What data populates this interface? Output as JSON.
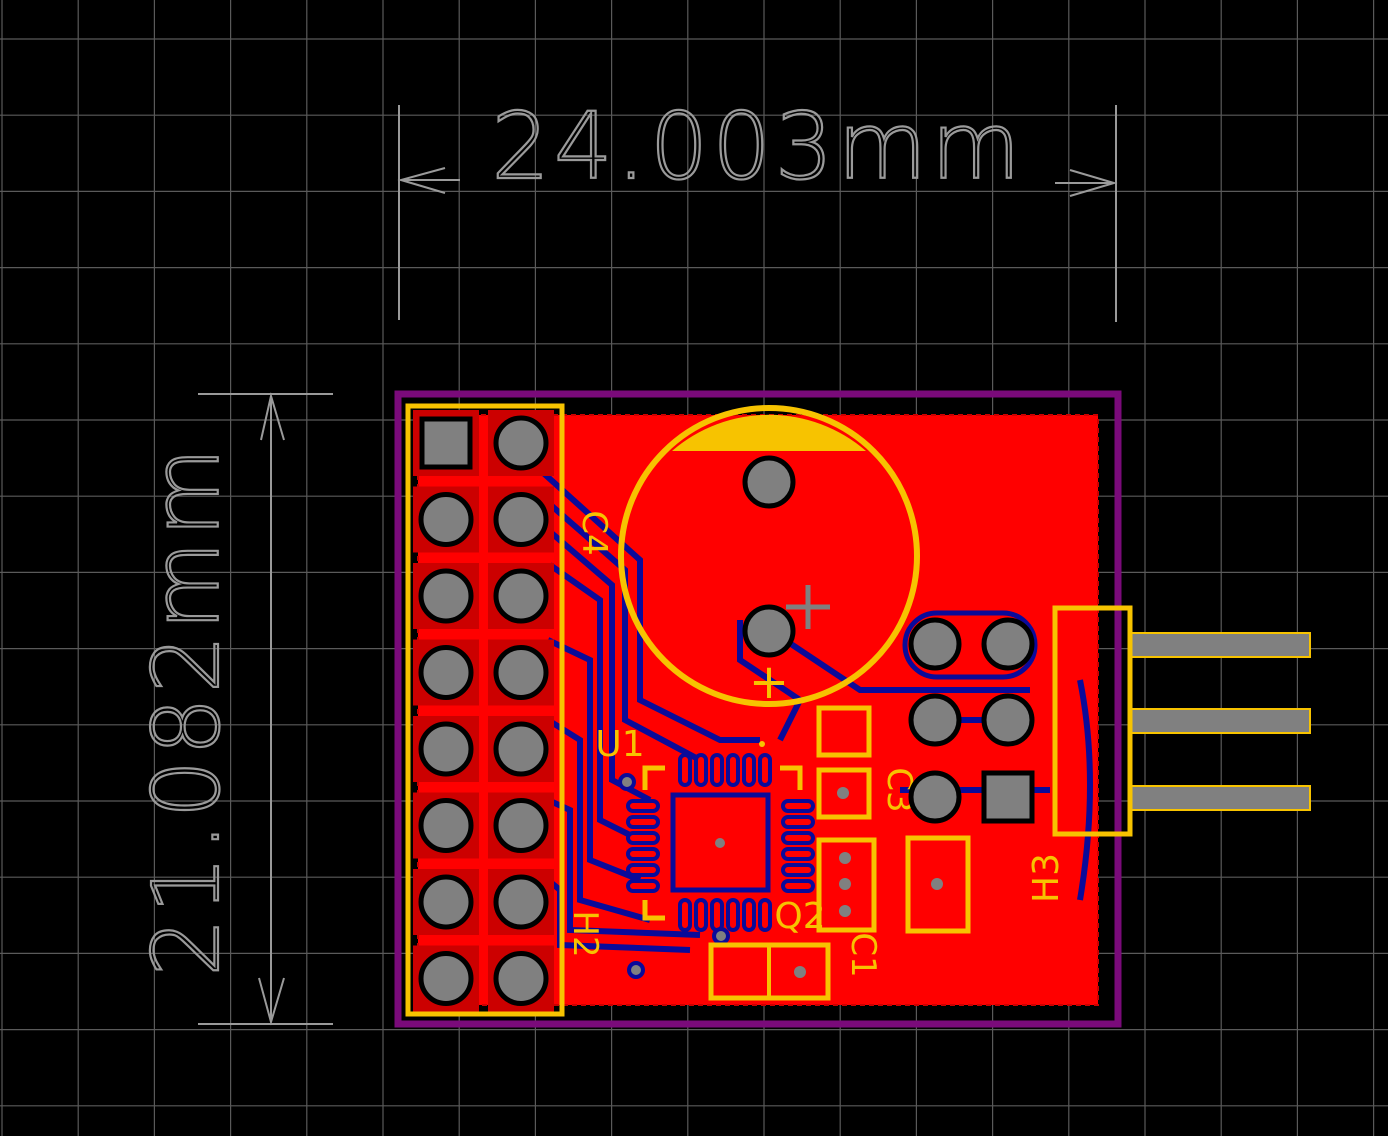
{
  "dimensions": {
    "width_label": "24.003mm",
    "height_label": "21.082mm"
  },
  "designators": {
    "c4": "C4",
    "u1": "U1",
    "c3": "C3",
    "h2": "H2",
    "q2": "Q2",
    "c1": "C1",
    "h3": "H3"
  },
  "markers": {
    "polarity_plus_silk": "+",
    "polarity_plus_ref": "+"
  },
  "colors": {
    "background": "#000000",
    "grid": "#5a5a5a",
    "board_outline": "#7a0a7a",
    "copper_top": "#ff0000",
    "copper_bottom": "#0a0a9a",
    "silkscreen": "#f7c300",
    "pad": "#808080",
    "dimension": "#9a9a9a"
  }
}
